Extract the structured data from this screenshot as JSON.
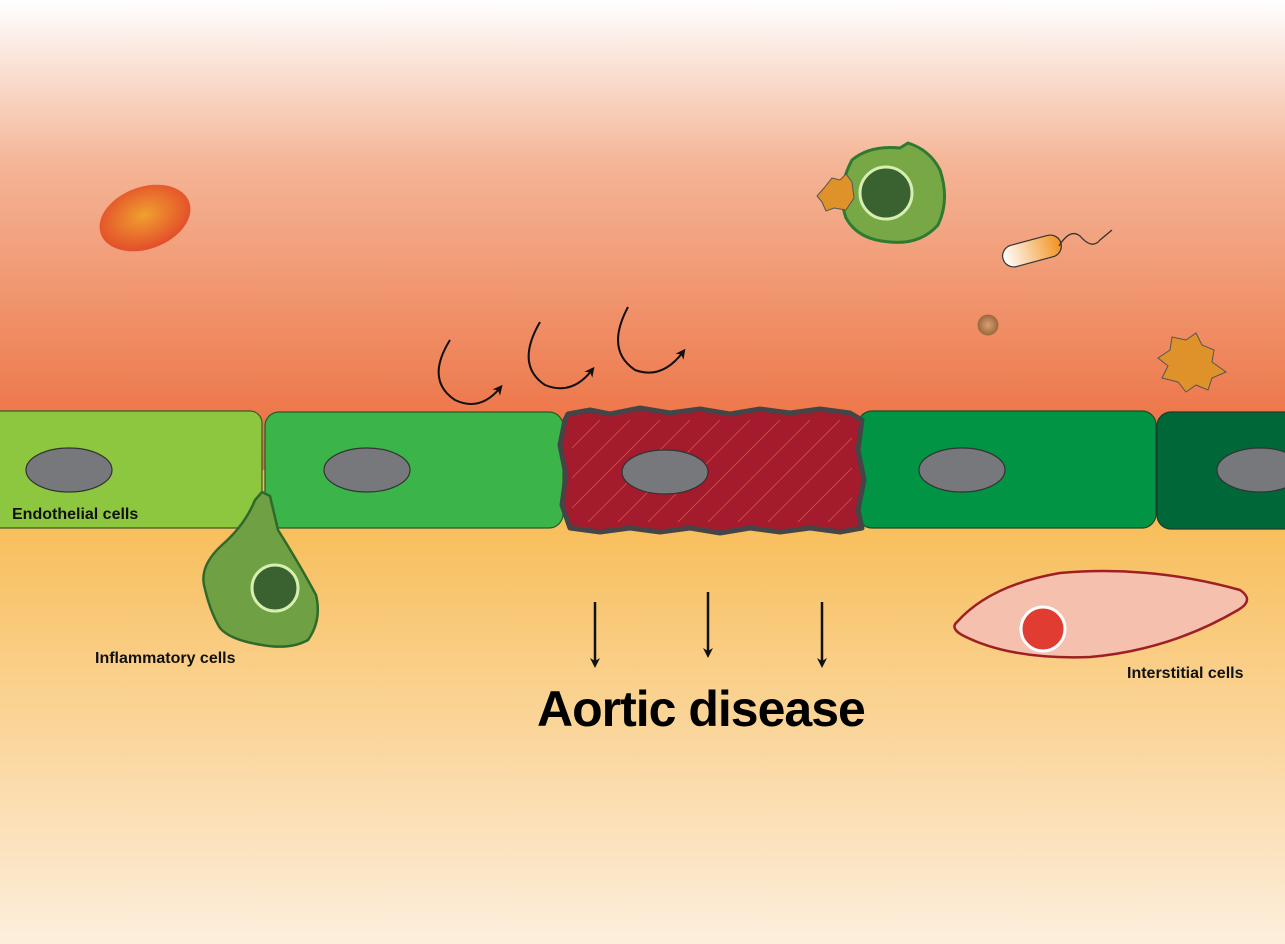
{
  "labels": {
    "endothelial": "Endothelial cells",
    "inflammatory": "Inflammatory cells",
    "interstitial": "Interstitial cells"
  },
  "title": "Aortic disease",
  "colors": {
    "lumen_top": "#ffffff",
    "lumen_bottom": "#ec6a3a",
    "tissue_top": "#f7b84a",
    "tissue_bottom": "#fdeedd",
    "cell_1": "#8dc63f",
    "cell_2": "#3bb54a",
    "diseased_cell": "#a31b2c",
    "cell_4": "#009444",
    "cell_5": "#006838",
    "nucleus": "#77787b"
  }
}
